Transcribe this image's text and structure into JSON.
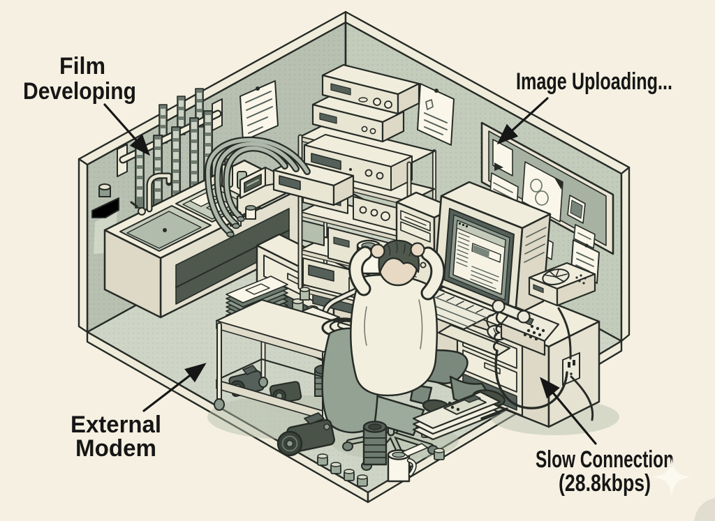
{
  "scene": {
    "description": "Isometric illustration of a 1990s photographer slumped at a computer while an image uploads over a slow dial-up connection, in a room that combines a film-developing darkroom with a computer desk.",
    "colors": {
      "background": "#f5f0e1",
      "wall_left": "#b7c0b1",
      "wall_right": "#c3ccbb",
      "floor": "#cfd5c6",
      "ink": "#262b26",
      "surface_light": "#f1eddc",
      "accent_dark": "#55605a"
    }
  },
  "annotations": {
    "film_developing": {
      "line1": "Film",
      "line2": "Developing"
    },
    "image_uploading": {
      "text": "Image Uploading..."
    },
    "external_modem": {
      "line1": "External",
      "line2": "Modem"
    },
    "slow_connection": {
      "line1": "Slow Connection",
      "line2": "(28.8kbps)"
    }
  },
  "objects": [
    "hanging-film-strips",
    "darkroom-safelight",
    "darkroom-sink",
    "developing-tray",
    "film-processor",
    "chemical-bottles",
    "equipment-rack",
    "thick-cables",
    "pinned-notes",
    "corkboard",
    "crt-monitor-with-upload-window",
    "pc-tower",
    "keyboard",
    "mouse",
    "telephone",
    "modem-speaker-dial",
    "power-outlet",
    "desk-drawers",
    "frustrated-photographer",
    "office-chair",
    "camera-cart",
    "external-modem-on-cart",
    "cameras",
    "camera-lenses",
    "coffee-mugs",
    "film-canisters",
    "magazine-stack",
    "sparkle-watermark"
  ]
}
